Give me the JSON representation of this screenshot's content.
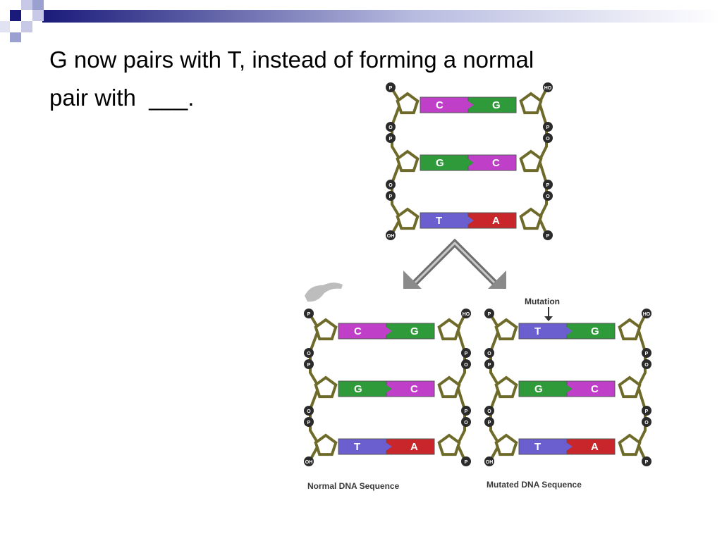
{
  "slide": {
    "line1": "G now pairs with T, instead of forming a normal",
    "line2": "pair with  ___."
  },
  "diagram": {
    "top_strand": [
      {
        "left": "C",
        "right": "G"
      },
      {
        "left": "G",
        "right": "C"
      },
      {
        "left": "T",
        "right": "A"
      }
    ],
    "normal_strand": [
      {
        "left": "C",
        "right": "G"
      },
      {
        "left": "G",
        "right": "C"
      },
      {
        "left": "T",
        "right": "A"
      }
    ],
    "mutated_strand": [
      {
        "left": "T",
        "right": "G"
      },
      {
        "left": "G",
        "right": "C"
      },
      {
        "left": "T",
        "right": "A"
      }
    ],
    "mutation_label": "Mutation",
    "normal_caption": "Normal DNA Sequence",
    "mutated_caption": "Mutated DNA Sequence",
    "left_top_tag": "P",
    "left_bottom_tag": "OH",
    "right_top_tag": "HO",
    "right_bottom_tag": "P",
    "left_mid_tags": [
      "O",
      "P"
    ],
    "right_mid_tags": [
      "P",
      "O"
    ]
  },
  "colors": {
    "C": "#c03fc9",
    "G": "#2e9a3a",
    "T": "#6b5fd0",
    "A": "#c9262b",
    "backbone": "#6e6a2a",
    "accent_dark": "#1a1a7a",
    "accent_light": "#9aa0d0"
  }
}
